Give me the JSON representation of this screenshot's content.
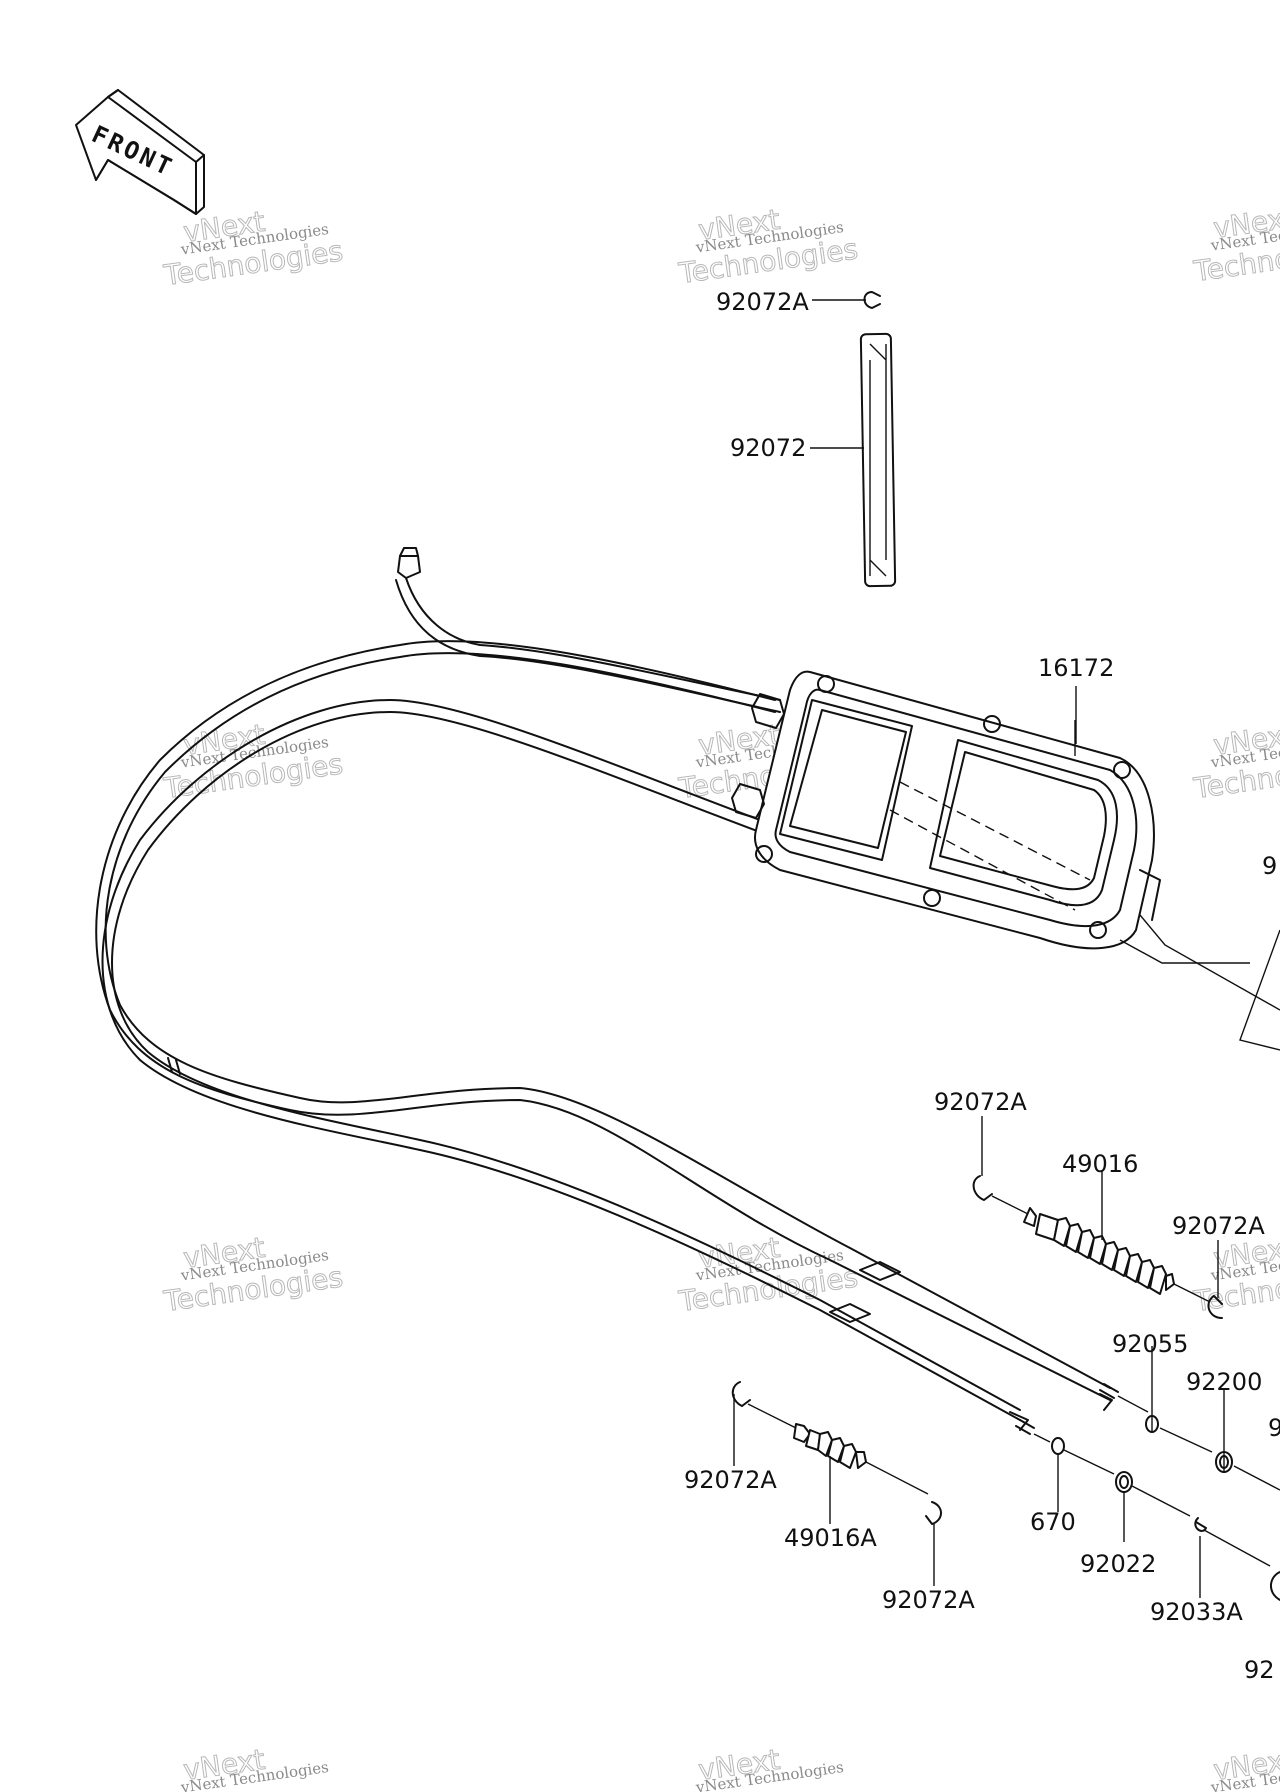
{
  "front_arrow": {
    "text": "FRONT"
  },
  "watermark": {
    "line1": "vNext Technologies",
    "line2": "Technologies",
    "line0": "vNext"
  },
  "labels": {
    "l_92072A_top": "92072A",
    "l_92072": "92072",
    "l_16172": "16172",
    "l_9_right": "9",
    "l_92072A_mid": "92072A",
    "l_49016": "49016",
    "l_92072A_right": "92072A",
    "l_92055": "92055",
    "l_92200": "92200",
    "l_9_right2": "9",
    "l_92072A_low": "92072A",
    "l_49016A": "49016A",
    "l_92072A_bottom": "92072A",
    "l_670": "670",
    "l_92022": "92022",
    "l_92033A": "92033A",
    "l_92_bottom": "92"
  }
}
